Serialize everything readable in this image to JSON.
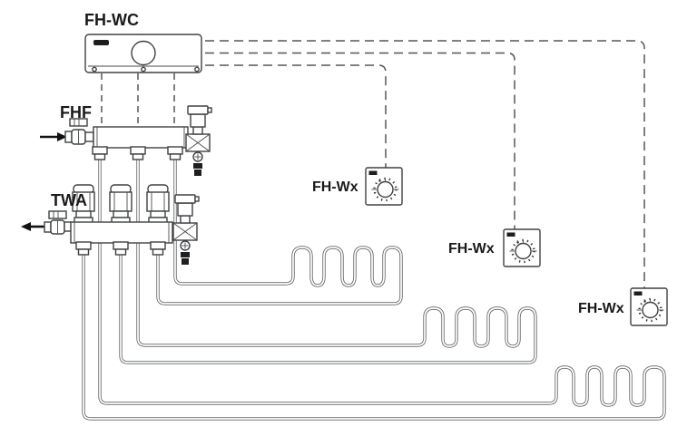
{
  "diagram": {
    "type": "floor-heating-system-schematic",
    "background": "#ffffff",
    "line_color": "#58595b",
    "label_color": "#1a1a1a"
  },
  "labels": {
    "controller": "FH-WC",
    "supply_manifold": "FHF",
    "return_manifold": "TWA",
    "thermostat_1": "FH-Wx",
    "thermostat_2": "FH-Wx",
    "thermostat_3": "FH-Wx"
  },
  "counts": {
    "heating_loops": 3,
    "manifold_outlets": 3,
    "return_actuators": 3,
    "room_thermostats": 3,
    "controller_wired_outputs": 3
  },
  "flow": {
    "supply_arrow_direction": "into FHF manifold (points right)",
    "return_arrow_direction": "out of TWA manifold (points left)"
  }
}
